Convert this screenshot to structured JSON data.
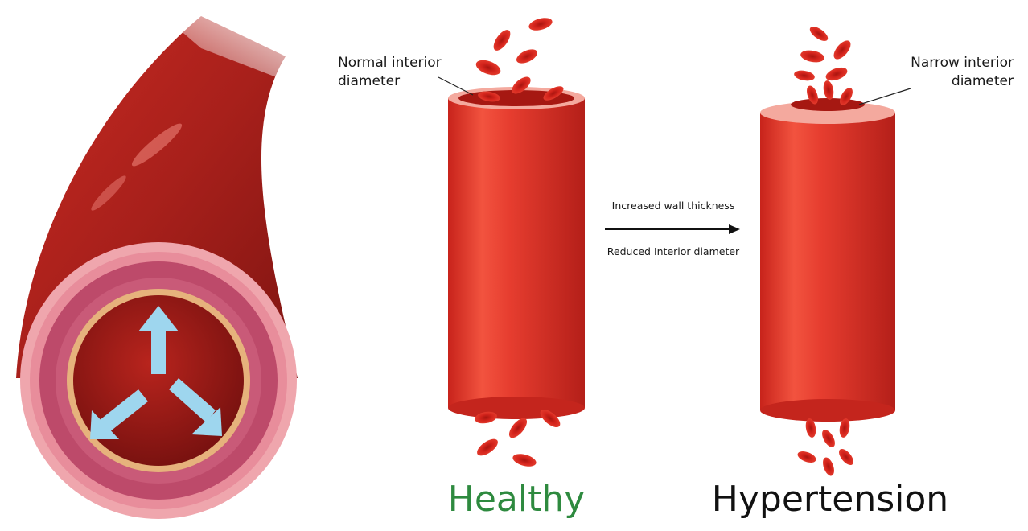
{
  "healthy": {
    "callout_line1": "Normal interior",
    "callout_line2": "diameter",
    "caption": "Healthy"
  },
  "hypertension": {
    "callout_line1": "Narrow interior",
    "callout_line2": "diameter",
    "caption": "Hypertension"
  },
  "transition": {
    "line1": "Increased wall thickness",
    "line2": "Reduced Interior diameter"
  },
  "colors": {
    "vessel": "#e53b30",
    "vessel_dark": "#b0201a",
    "blood_cell": "#d8231e",
    "wall_pink": "#e88d9b",
    "pressure_arrow": "#9ed6ee",
    "healthy_caption": "#2e8a3f",
    "hypertension_caption": "#111111"
  },
  "icons": [
    "pressure-arrow-icon",
    "transition-arrow-icon"
  ]
}
